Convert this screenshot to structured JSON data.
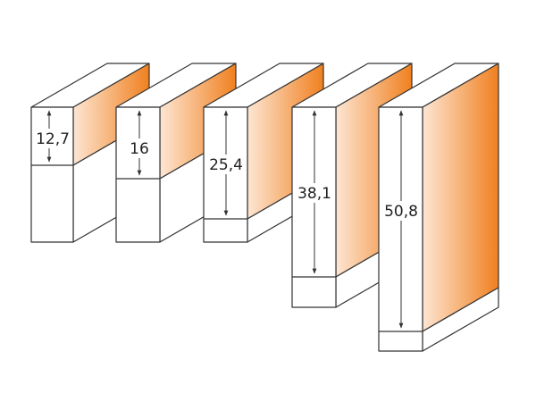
{
  "colors": {
    "orange_light": "#fde6d3",
    "orange_dark": "#f0801f",
    "outline": "#333333",
    "white": "#ffffff"
  },
  "blocks": [
    {
      "label": "12,7"
    },
    {
      "label": "16"
    },
    {
      "label": "25,4"
    },
    {
      "label": "38,1"
    },
    {
      "label": "50,8"
    }
  ]
}
